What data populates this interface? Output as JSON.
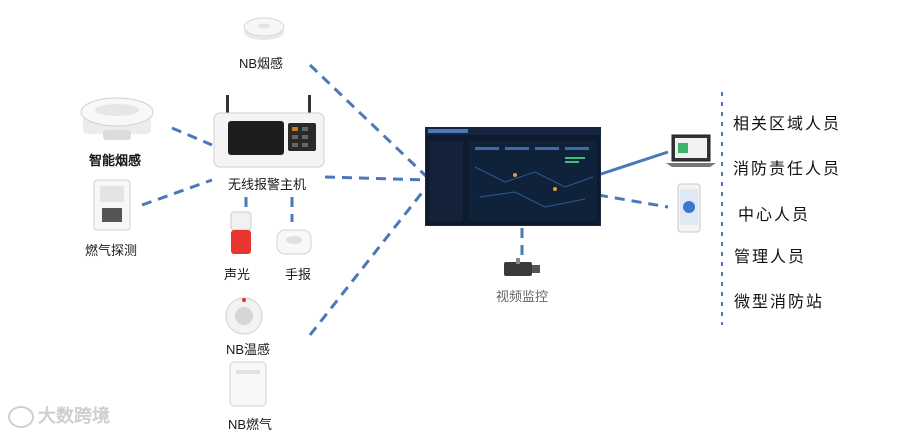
{
  "devices": {
    "nb_smoke": "NB烟感",
    "smart_smoke": "智能烟感",
    "wireless_alarm_host": "无线报警主机",
    "gas_detect": "燃气探测",
    "sound_light": "声光",
    "manual_alarm": "手报",
    "nb_temp": "NB温感",
    "nb_gas": "NB燃气",
    "video_monitor": "视频监控"
  },
  "personnel": [
    "相关区域人员",
    "消防责任人员",
    "中心人员",
    "管理人员",
    "微型消防站"
  ],
  "watermark": "大数跨境",
  "colors": {
    "line": "#4a78b8",
    "screen_bg": "#0e1a2e"
  }
}
